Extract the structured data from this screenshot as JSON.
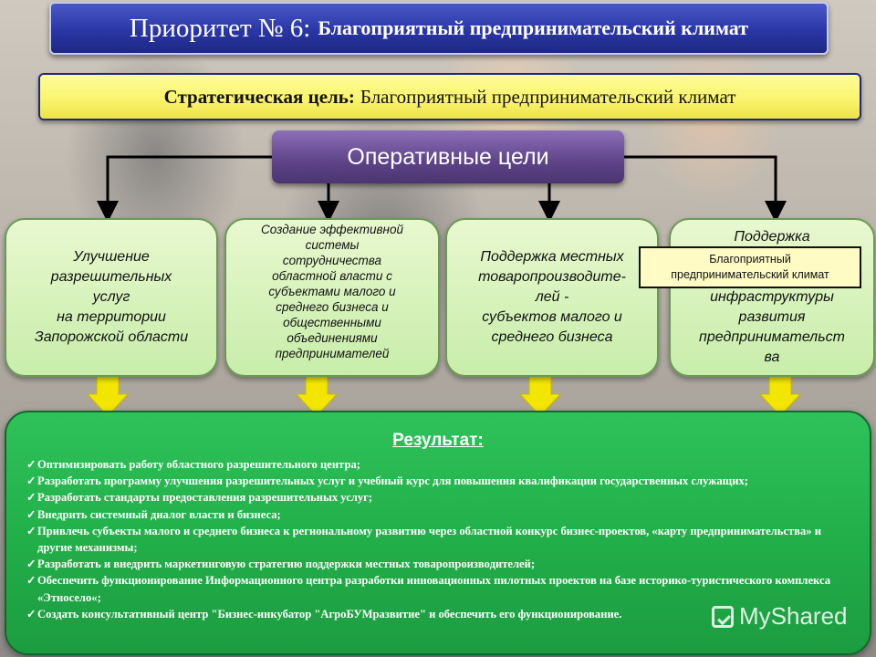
{
  "title": {
    "prefix": "Приоритет № 6:",
    "text": "Благоприятный предпринимательский климат"
  },
  "strategic_goal": {
    "label": "Стратегическая цель:",
    "text": "Благоприятный предпринимательский климат"
  },
  "operational_goals_title": "Оперативные цели",
  "goals": [
    {
      "lines": [
        "Улучшение",
        "разрешительных",
        "услуг",
        "на территории",
        "Запорожской области"
      ]
    },
    {
      "lines": [
        "Создание эффективной",
        "системы",
        "сотрудничества",
        "областной власти с",
        "субъектами малого и",
        "среднего бизнеса и",
        "общественными",
        "объединениями",
        "предпринимателей"
      ]
    },
    {
      "lines": [
        "Поддержка местных",
        "товаропроизводите-",
        "лей -",
        "субъектов малого и",
        "среднего бизнеса"
      ]
    },
    {
      "lines": [
        "Поддержка",
        "",
        "",
        "инфраструктуры",
        "развития",
        "предпринимательст",
        "ва"
      ]
    }
  ],
  "tooltip": {
    "lines": [
      "Благоприятный",
      "предпринимательский климат"
    ]
  },
  "result": {
    "title": "Результат:",
    "items": [
      "Оптимизировать работу областного разрешительного центра;",
      "Разработать программу улучшения разрешительных услуг и учебный курс для повышения квалификации государственных служащих;",
      "Разработать стандарты предоставления разрешительных услуг;",
      "Внедрить системный диалог власти и бизнеса;",
      "Привлечь субъекты малого и среднего бизнеса к региональному развитию через областной конкурс бизнес-проектов, «карту предпринимательства» и другие механизмы;",
      "Разработать и внедрить маркетинговую стратегию поддержки местных товаропроизводителей;",
      "Обеспечить функционирование Информационного центра разработки инновационных пилотных проектов на базе историко-туристического комплекса «Этносело«;",
      "Создать консультативный центр \"Бизнес-инкубатор \"АгроБУМразвитие\" и обеспечить его функционирование."
    ]
  },
  "watermark": "MyShared",
  "colors": {
    "title_bg": "#2a36a5",
    "strategic_bg": "#f9f36a",
    "operational_bg": "#5e4388",
    "goal_bg": "#c8edaa",
    "result_bg": "#22b04a",
    "arrow_yellow": "#f2e600"
  }
}
